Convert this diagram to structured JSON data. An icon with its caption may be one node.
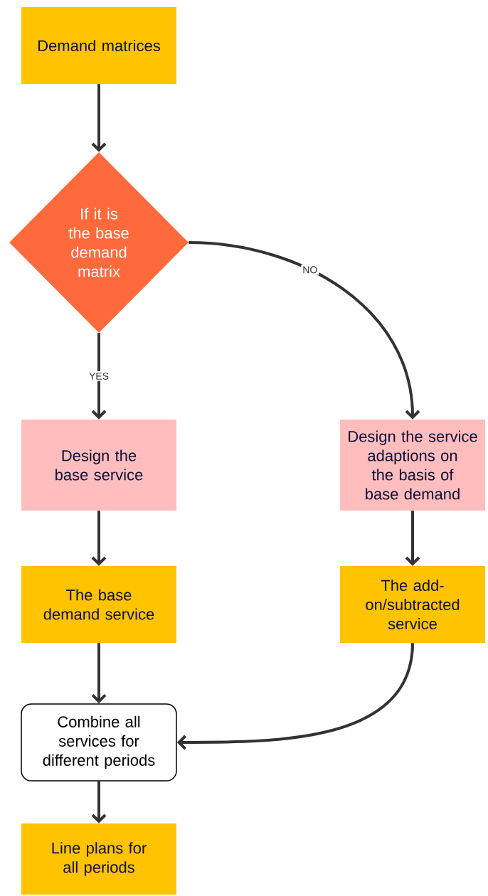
{
  "diagram": {
    "nodes": [
      {
        "text": [
          "Demand matrices"
        ]
      },
      {
        "text": [
          "If it is the base demand matrix"
        ]
      },
      {
        "text": [
          "Design the base service"
        ]
      },
      {
        "text": [
          "Design the service adaptions on the basis of base demand"
        ]
      },
      {
        "text": [
          "The base demand service"
        ]
      },
      {
        "text": [
          "The add-on/subtracted service"
        ]
      },
      {
        "text": [
          "Combine all services for different periods"
        ]
      },
      {
        "text": [
          "Line plans for all periods"
        ]
      }
    ],
    "edges": [
      {
        "from": 0,
        "to": 1,
        "arrow": "to"
      },
      {
        "from": 1,
        "to": 2,
        "arrow": "to",
        "label": "YES"
      },
      {
        "from": 1,
        "to": 3,
        "arrow": "to",
        "label": "NO"
      },
      {
        "from": 2,
        "to": 4,
        "arrow": "to"
      },
      {
        "from": 3,
        "to": 5,
        "arrow": "to"
      },
      {
        "from": 4,
        "to": 6,
        "arrow": "to"
      },
      {
        "from": 5,
        "to": 6,
        "arrow": "to"
      },
      {
        "from": 6,
        "to": 7,
        "arrow": "to"
      }
    ]
  }
}
